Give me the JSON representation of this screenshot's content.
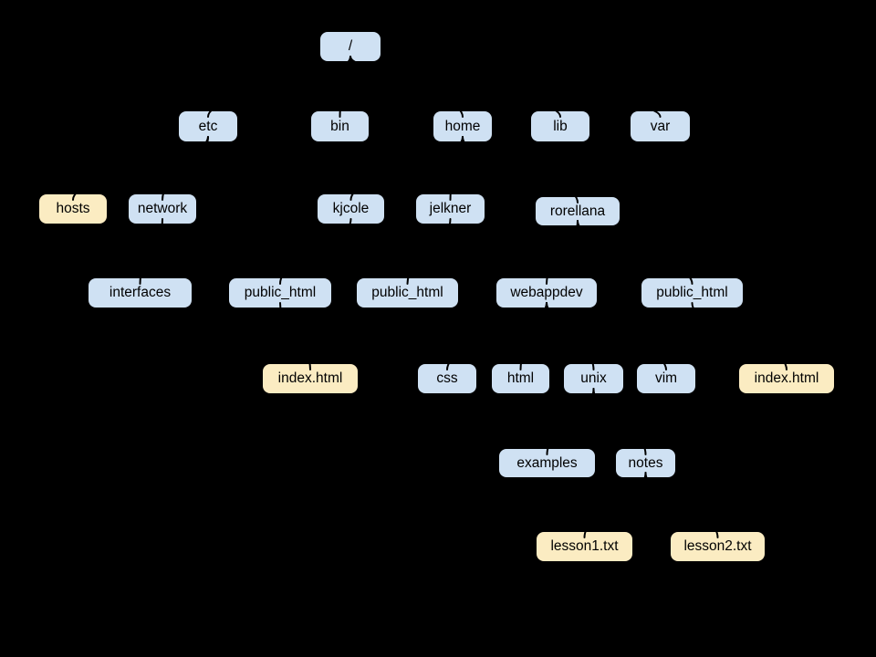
{
  "diagram": {
    "kind": "unix-filesystem-tree",
    "background_color": "#000000",
    "connector_color": "#000000",
    "node_colors": {
      "directory": "#cfe1f3",
      "file": "#fbecc2"
    },
    "nodes": [
      {
        "id": "root",
        "label": "/",
        "kind": "dir"
      },
      {
        "id": "etc",
        "label": "etc",
        "kind": "dir"
      },
      {
        "id": "bin",
        "label": "bin",
        "kind": "dir"
      },
      {
        "id": "home",
        "label": "home",
        "kind": "dir"
      },
      {
        "id": "lib",
        "label": "lib",
        "kind": "dir"
      },
      {
        "id": "var",
        "label": "var",
        "kind": "dir"
      },
      {
        "id": "hosts",
        "label": "hosts",
        "kind": "file"
      },
      {
        "id": "network",
        "label": "network",
        "kind": "dir"
      },
      {
        "id": "kjcole",
        "label": "kjcole",
        "kind": "dir"
      },
      {
        "id": "jelkner",
        "label": "jelkner",
        "kind": "dir"
      },
      {
        "id": "rorellana",
        "label": "rorellana",
        "kind": "dir"
      },
      {
        "id": "interfaces",
        "label": "interfaces",
        "kind": "dir"
      },
      {
        "id": "public_html_kjcole",
        "label": "public_html",
        "kind": "dir"
      },
      {
        "id": "public_html_jelkner",
        "label": "public_html",
        "kind": "dir"
      },
      {
        "id": "webappdev",
        "label": "webappdev",
        "kind": "dir"
      },
      {
        "id": "public_html_rorellana",
        "label": "public_html",
        "kind": "dir"
      },
      {
        "id": "index_html_kjcole",
        "label": "index.html",
        "kind": "file"
      },
      {
        "id": "css",
        "label": "css",
        "kind": "dir"
      },
      {
        "id": "html",
        "label": "html",
        "kind": "dir"
      },
      {
        "id": "unix",
        "label": "unix",
        "kind": "dir"
      },
      {
        "id": "vim",
        "label": "vim",
        "kind": "dir"
      },
      {
        "id": "index_html_rorellana",
        "label": "index.html",
        "kind": "file"
      },
      {
        "id": "examples",
        "label": "examples",
        "kind": "dir"
      },
      {
        "id": "notes",
        "label": "notes",
        "kind": "dir"
      },
      {
        "id": "lesson1_txt",
        "label": "lesson1.txt",
        "kind": "file"
      },
      {
        "id": "lesson2_txt",
        "label": "lesson2.txt",
        "kind": "file"
      }
    ],
    "edges": [
      [
        "root",
        "etc"
      ],
      [
        "root",
        "bin"
      ],
      [
        "root",
        "home"
      ],
      [
        "root",
        "lib"
      ],
      [
        "root",
        "var"
      ],
      [
        "etc",
        "hosts"
      ],
      [
        "etc",
        "network"
      ],
      [
        "network",
        "interfaces"
      ],
      [
        "home",
        "kjcole"
      ],
      [
        "home",
        "jelkner"
      ],
      [
        "home",
        "rorellana"
      ],
      [
        "kjcole",
        "public_html_kjcole"
      ],
      [
        "jelkner",
        "public_html_jelkner"
      ],
      [
        "rorellana",
        "webappdev"
      ],
      [
        "rorellana",
        "public_html_rorellana"
      ],
      [
        "public_html_kjcole",
        "index_html_kjcole"
      ],
      [
        "webappdev",
        "css"
      ],
      [
        "webappdev",
        "html"
      ],
      [
        "webappdev",
        "unix"
      ],
      [
        "webappdev",
        "vim"
      ],
      [
        "public_html_rorellana",
        "index_html_rorellana"
      ],
      [
        "unix",
        "examples"
      ],
      [
        "unix",
        "notes"
      ],
      [
        "notes",
        "lesson1_txt"
      ],
      [
        "notes",
        "lesson2_txt"
      ]
    ]
  }
}
